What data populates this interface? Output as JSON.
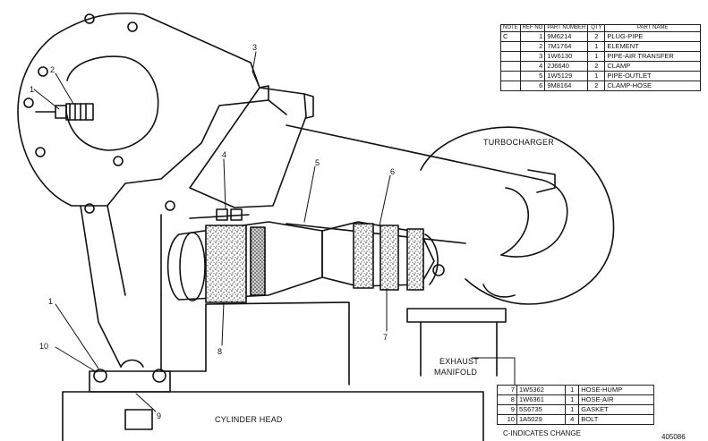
{
  "callouts": {
    "c1_left": "1",
    "c1_bottom": "1",
    "c2": "2",
    "c3": "3",
    "c4": "4",
    "c5": "5",
    "c6": "6",
    "c7": "7",
    "c8": "8",
    "c9": "9",
    "c10": "10"
  },
  "labels": {
    "turbocharger": "TURBOCHARGER",
    "exhaust": "EXHAUST",
    "manifold": "MANIFOLD",
    "cylinder_head": "CYLINDER HEAD"
  },
  "top_table": {
    "headers": [
      "NOTE",
      "REF NO",
      "PART NUMBER",
      "QTY",
      "PART NAME"
    ],
    "rows": [
      {
        "note": "C",
        "ref": "1",
        "part": "9M6214",
        "qty": "2",
        "name": "PLUG-PIPE"
      },
      {
        "note": "",
        "ref": "2",
        "part": "7M1764",
        "qty": "1",
        "name": "ELEMENT"
      },
      {
        "note": "",
        "ref": "3",
        "part": "1W6130",
        "qty": "1",
        "name": "PIPE-AIR TRANSFER"
      },
      {
        "note": "",
        "ref": "4",
        "part": "2J6640",
        "qty": "2",
        "name": "CLAMP"
      },
      {
        "note": "",
        "ref": "5",
        "part": "1W5129",
        "qty": "1",
        "name": "PIPE-OUTLET"
      },
      {
        "note": "",
        "ref": "6",
        "part": "9M8164",
        "qty": "2",
        "name": "CLAMP-HOSE"
      }
    ]
  },
  "bottom_table": {
    "rows": [
      {
        "ref": "7",
        "part": "1W5362",
        "qty": "1",
        "name": "HOSE-HUMP"
      },
      {
        "ref": "8",
        "part": "1W6361",
        "qty": "1",
        "name": "HOSE-AIR"
      },
      {
        "ref": "9",
        "part": "5S6735",
        "qty": "1",
        "name": "GASKET"
      },
      {
        "ref": "10",
        "part": "1A5029",
        "qty": "4",
        "name": "BOLT"
      }
    ]
  },
  "note_line": "C-INDICATES CHANGE",
  "drawing_id": "405086",
  "colors": {
    "ink": "#111111",
    "paper": "#ffffff",
    "texture": "#555555"
  }
}
